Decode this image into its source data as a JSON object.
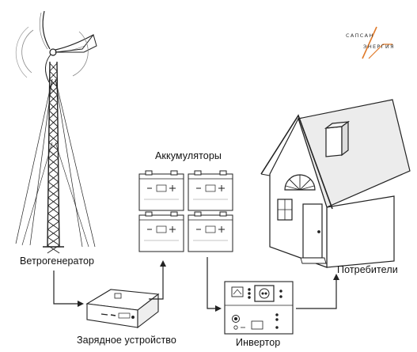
{
  "labels": {
    "wind_generator": "Ветрогенератор",
    "batteries": "Аккумуляторы",
    "consumers": "Потребители",
    "charger": "Зарядное устройство",
    "inverter": "Инвертор"
  },
  "brand": {
    "line1": "САПСАН",
    "line2": "ЭНЕРГИЯ",
    "accent_color": "#e07a2a"
  },
  "colors": {
    "stroke": "#222222",
    "fill": "#ffffff",
    "shade": "#dddddd"
  },
  "icons": [
    "wind-turbine-icon",
    "battery-icon",
    "house-icon",
    "charger-icon",
    "inverter-icon",
    "arrow-icon"
  ]
}
